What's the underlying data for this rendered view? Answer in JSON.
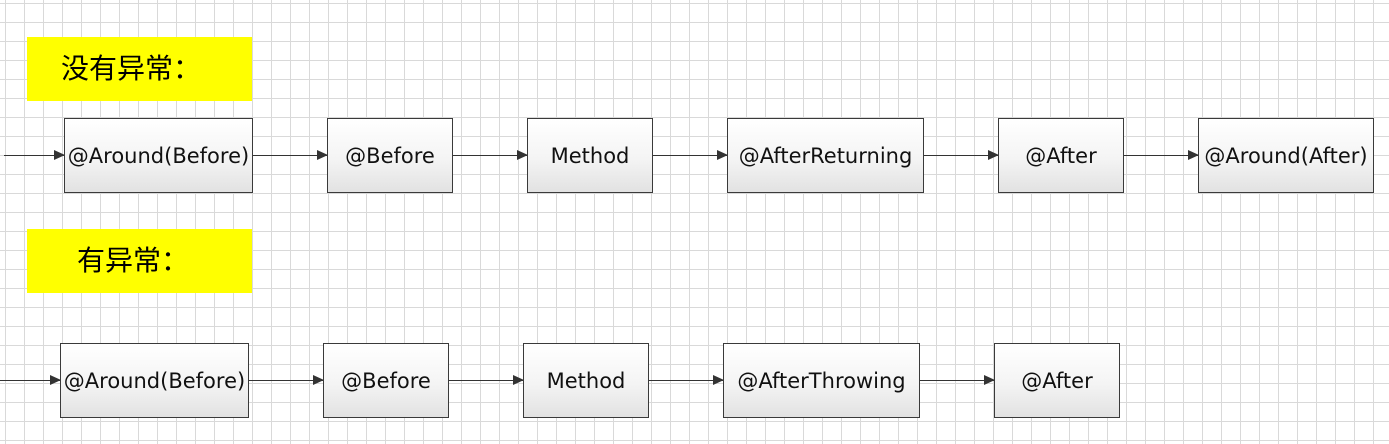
{
  "labels": {
    "no_exception": "没有异常：",
    "with_exception": "有异常："
  },
  "flow_normal": [
    "@Around(Before)",
    "@Before",
    "Method",
    "@AfterReturning",
    "@After",
    "@Around(After)"
  ],
  "flow_exception": [
    "@Around(Before)",
    "@Before",
    "Method",
    "@AfterThrowing",
    "@After"
  ],
  "colors": {
    "label_background": "#ffff00",
    "node_border": "#3a3a3a",
    "arrow": "#333333",
    "grid": "#d9d9d9"
  }
}
